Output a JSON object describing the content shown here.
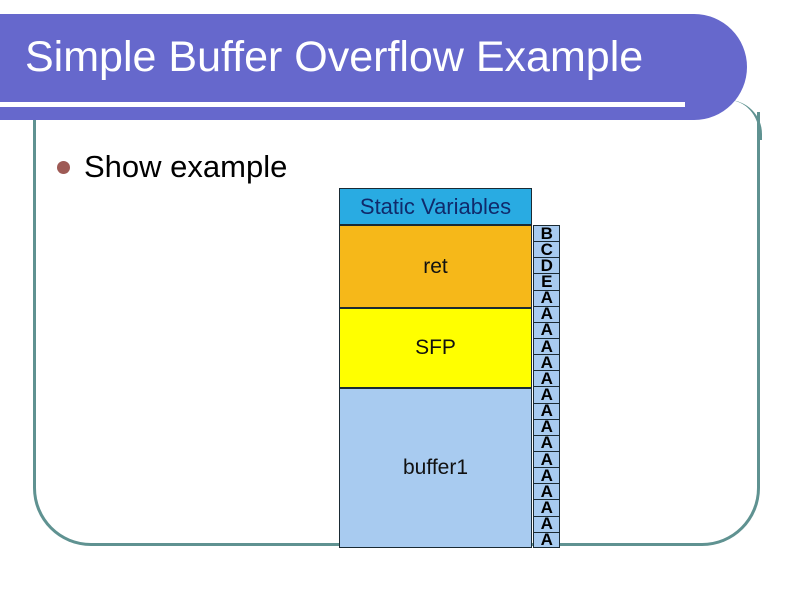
{
  "slide": {
    "title": "Simple Buffer Overflow Example",
    "accent_banner_color": "#6668cc",
    "frame_color": "#5f9291",
    "background_color": "#ffffff"
  },
  "body": {
    "bullets": [
      {
        "marker": "bullet-dot",
        "marker_color": "#9e5a55",
        "text": "Show example"
      }
    ]
  },
  "diagram": {
    "name": "stack-layout-diagram",
    "stack_regions": [
      {
        "label": "Static Variables",
        "color": "#29abe2",
        "text_color": "#102a6b"
      },
      {
        "label": "ret",
        "color": "#f6b819",
        "text_color": "#111111"
      },
      {
        "label": "SFP",
        "color": "#ffff00",
        "text_color": "#111111"
      },
      {
        "label": "buffer1",
        "color": "#a8cbf0",
        "text_color": "#111111"
      }
    ],
    "overflow_column": {
      "cell_color": "#a8cbf0",
      "cells": [
        "B",
        "C",
        "D",
        "E",
        "A",
        "A",
        "A",
        "A",
        "A",
        "A",
        "A",
        "A",
        "A",
        "A",
        "A",
        "A",
        "A",
        "A",
        "A",
        "A"
      ]
    }
  }
}
